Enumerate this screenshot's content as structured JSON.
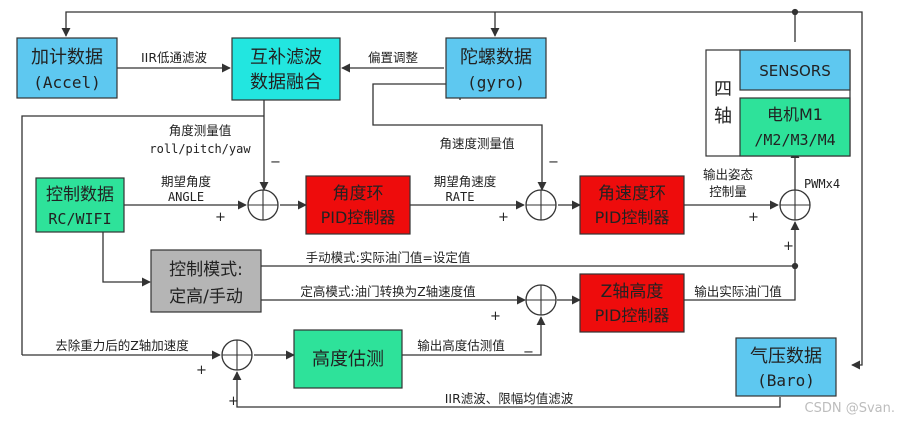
{
  "colors": {
    "blue": "#5ec8f0",
    "cyan": "#22e6e0",
    "green": "#2ee29a",
    "red": "#ee0c0c",
    "gray": "#b5b5b5",
    "line": "#333333"
  },
  "boxes": {
    "accel": [
      "加计数据",
      "(Accel)"
    ],
    "fusion": [
      "互补滤波",
      "数据融合"
    ],
    "gyro": [
      "陀螺数据",
      "(gyro)"
    ],
    "quad_label": [
      "四",
      "轴"
    ],
    "sensors": "SENSORS",
    "motor": [
      "电机M1",
      "/M2/M3/M4"
    ],
    "control": [
      "控制数据",
      "RC/WIFI"
    ],
    "angle_pid": [
      "角度环",
      "PID控制器"
    ],
    "rate_pid": [
      "角速度环",
      "PID控制器"
    ],
    "mode": [
      "控制模式:",
      "定高/手动"
    ],
    "z_pid": [
      "Z轴高度",
      "PID控制器"
    ],
    "height_est": "高度估测",
    "baro": [
      "气压数据",
      "(Baro)"
    ]
  },
  "labels": {
    "iir_lowpass": "IIR低通滤波",
    "bias_adjust": "偏置调整",
    "angle_measure": [
      "角度测量值",
      "roll/pitch/yaw"
    ],
    "rate_measure": "角速度测量值",
    "desired_angle": [
      "期望角度",
      "ANGLE"
    ],
    "desired_rate": [
      "期望角速度",
      "RATE"
    ],
    "output_attitude": [
      "输出姿态",
      "控制量"
    ],
    "pwm": "PWMx4",
    "manual_mode": "手动模式:实际油门值=设定值",
    "alt_mode": "定高模式:油门转换为Z轴速度值",
    "output_throttle": "输出实际油门值",
    "z_accel": "去除重力后的Z轴加速度",
    "output_height": "输出高度估测值",
    "iir_limit": "IIR滤波、限幅均值滤波",
    "watermark": "CSDN @Svan."
  },
  "signs": {
    "minus": "−",
    "plus": "+"
  }
}
